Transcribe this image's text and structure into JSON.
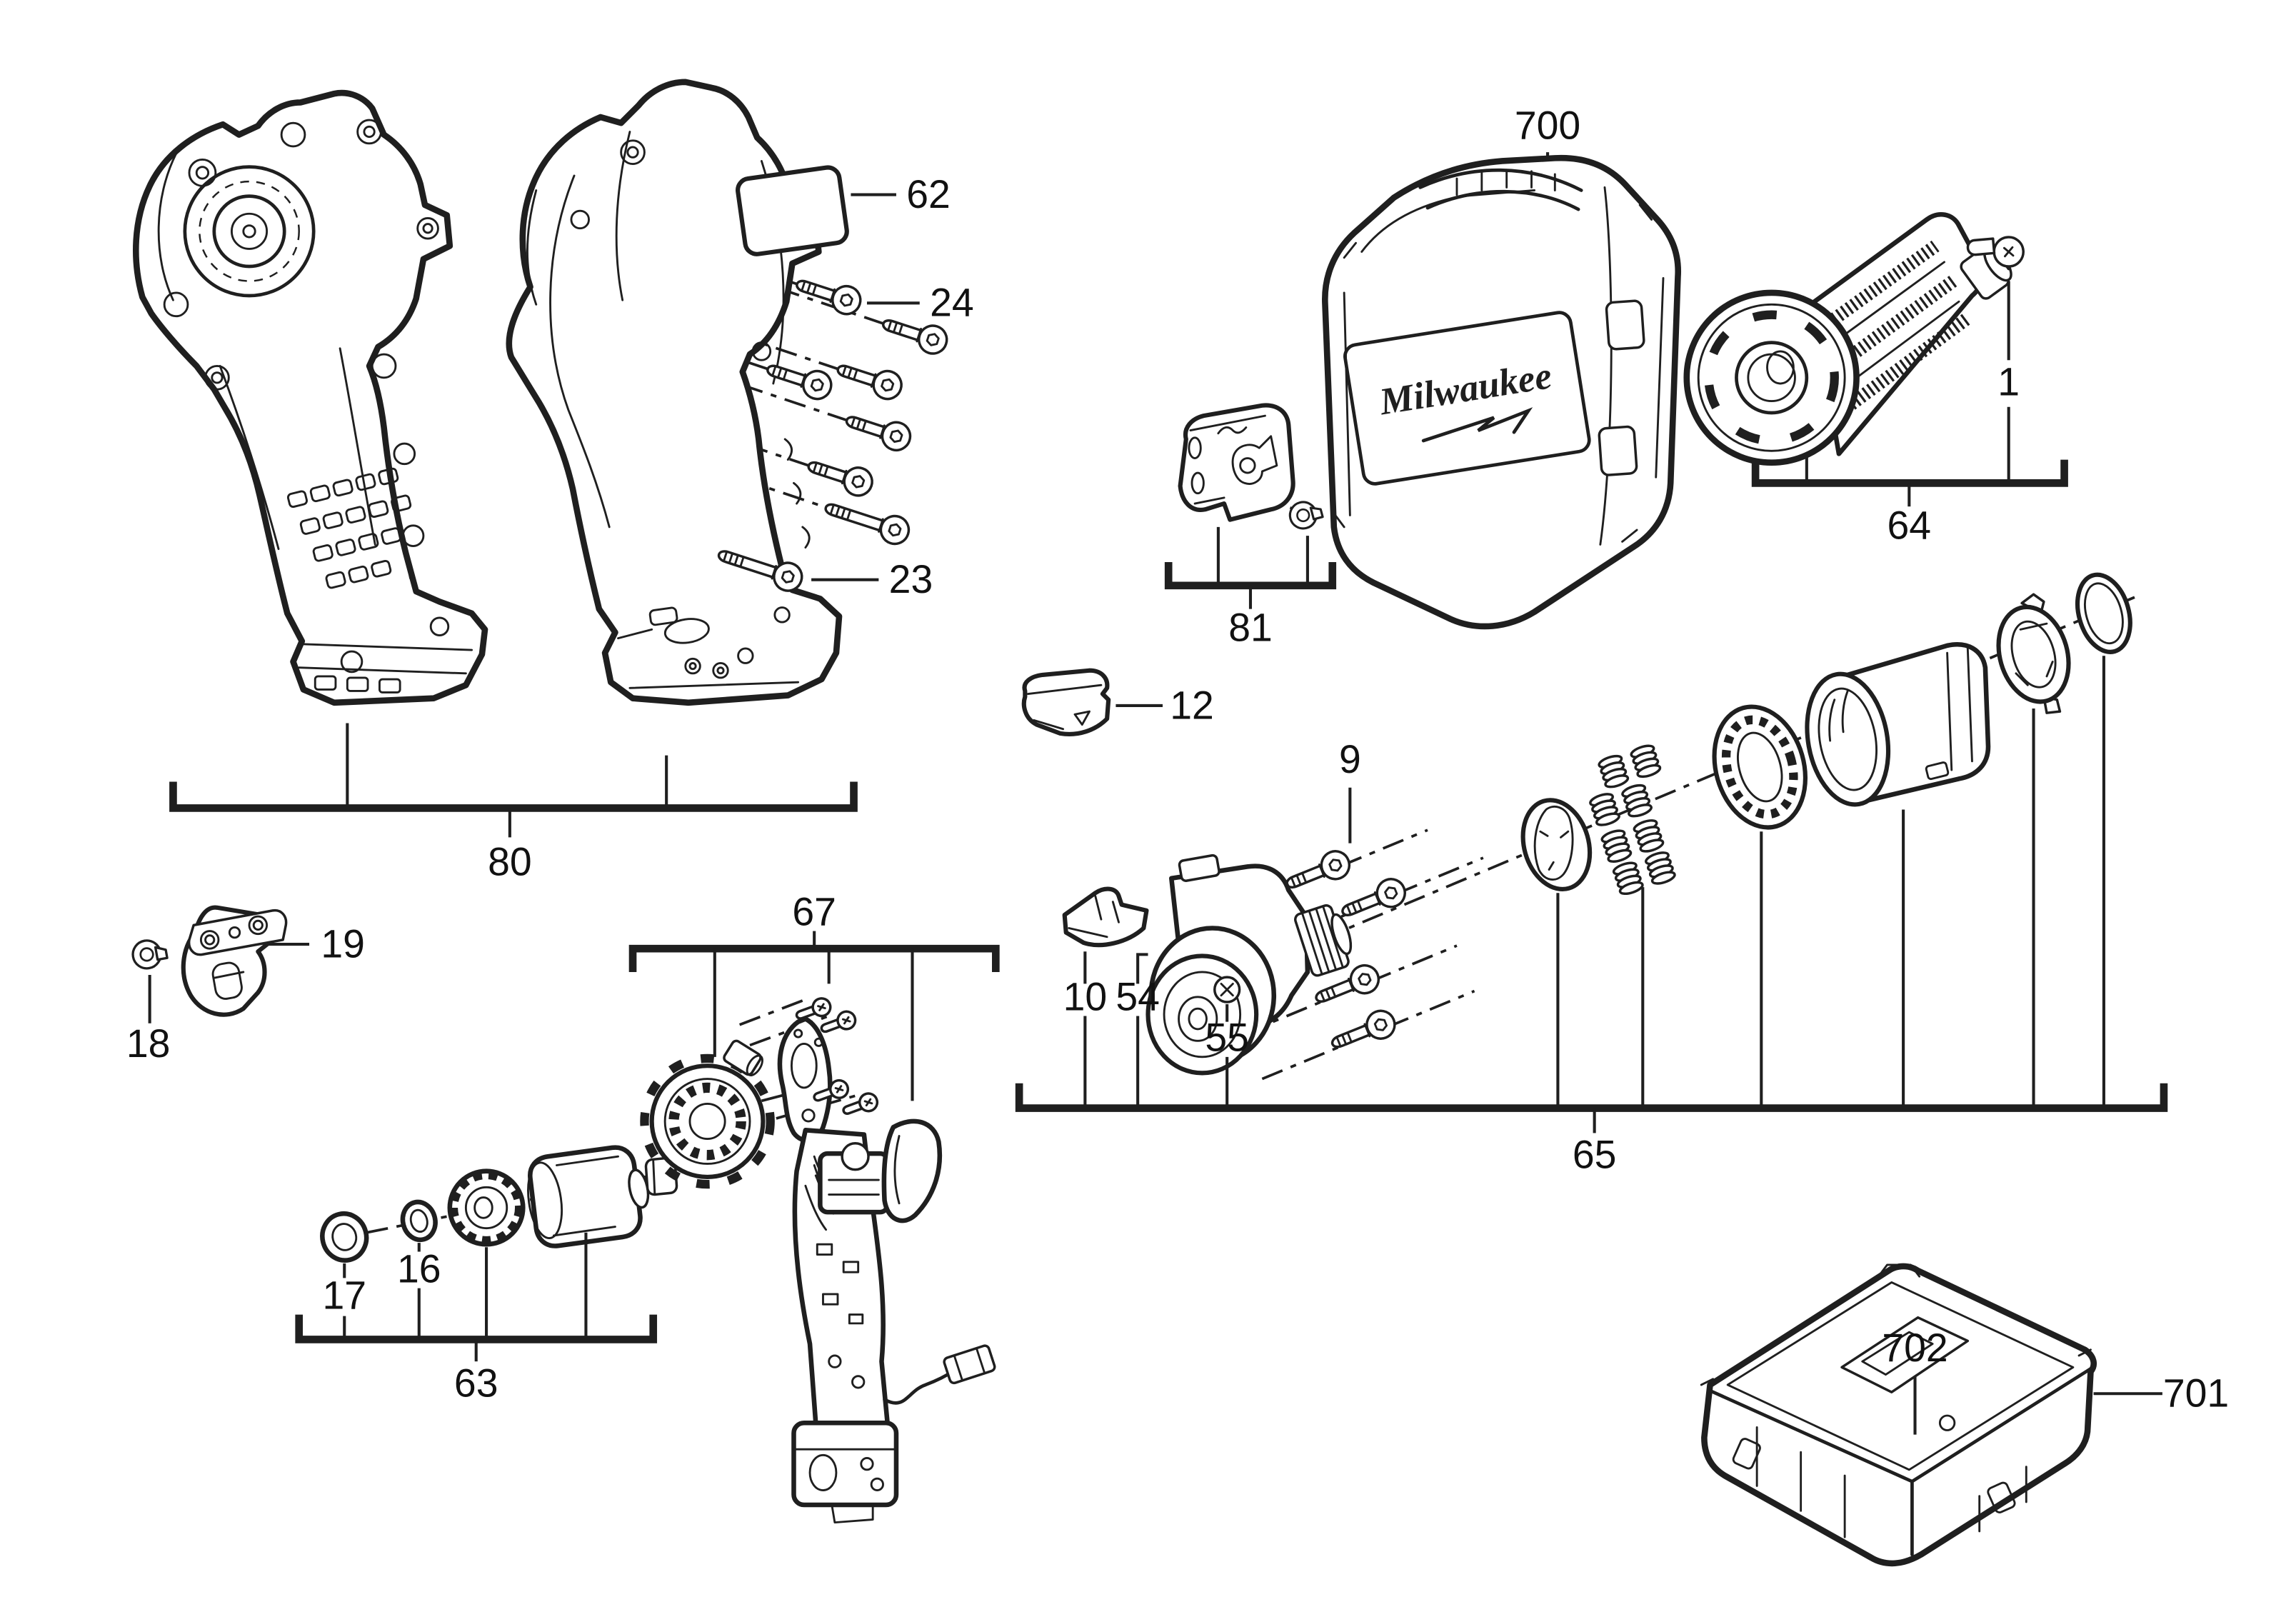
{
  "page": {
    "background_color": "#ffffff",
    "line_color": "#1f1f1f",
    "label_color": "#111111"
  },
  "brand": {
    "name": "Milwaukee"
  },
  "part_labels": {
    "p1": "1",
    "p9": "9",
    "p10": "10",
    "p12": "12",
    "p16": "16",
    "p17": "17",
    "p18": "18",
    "p19": "19",
    "p23": "23",
    "p24": "24",
    "p54": "54",
    "p55": "55",
    "p62": "62",
    "p63": "63",
    "p64": "64",
    "p65": "65",
    "p67": "67",
    "p80": "80",
    "p81": "81",
    "p700": "700",
    "p701": "701",
    "p702": "702"
  }
}
